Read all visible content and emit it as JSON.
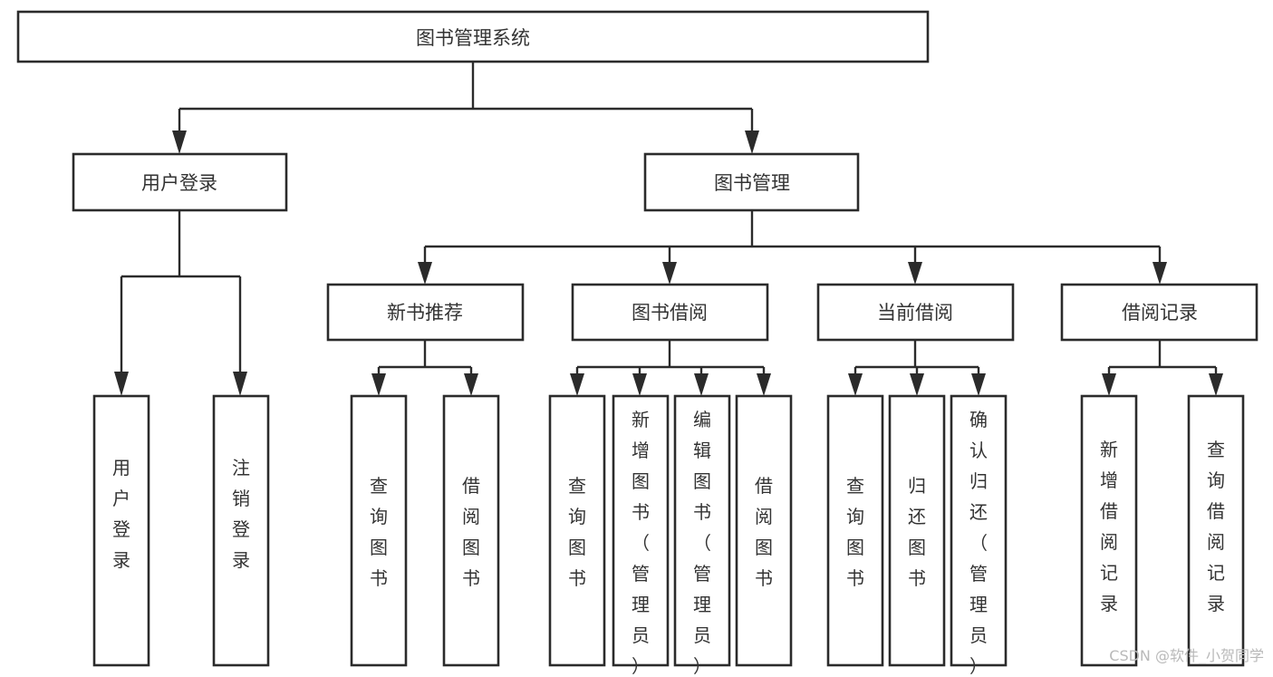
{
  "diagram": {
    "title": "图书管理系统",
    "type": "hierarchy-tree",
    "orientation": "top-down",
    "root": {
      "id": "root",
      "label": "图书管理系统"
    },
    "level1": [
      {
        "id": "user-login",
        "label": "用户登录"
      },
      {
        "id": "book-management",
        "label": "图书管理"
      }
    ],
    "level2": [
      {
        "id": "new-book-recommend",
        "label": "新书推荐",
        "parent": "book-management"
      },
      {
        "id": "book-borrow",
        "label": "图书借阅",
        "parent": "book-management"
      },
      {
        "id": "current-borrow",
        "label": "当前借阅",
        "parent": "book-management"
      },
      {
        "id": "borrow-record",
        "label": "借阅记录",
        "parent": "book-management"
      }
    ],
    "leaves": {
      "user-login": [
        {
          "id": "leaf-user-login",
          "label": "用户登录"
        },
        {
          "id": "leaf-logout-login",
          "label": "注销登录"
        }
      ],
      "new-book-recommend": [
        {
          "id": "leaf-query-book-1",
          "label": "查询图书"
        },
        {
          "id": "leaf-borrow-book-1",
          "label": "借阅图书"
        }
      ],
      "book-borrow": [
        {
          "id": "leaf-query-book-2",
          "label": "查询图书"
        },
        {
          "id": "leaf-add-book",
          "label": "新增图书（管理员）"
        },
        {
          "id": "leaf-edit-book",
          "label": "编辑图书（管理员）"
        },
        {
          "id": "leaf-borrow-book-2",
          "label": "借阅图书"
        }
      ],
      "current-borrow": [
        {
          "id": "leaf-query-book-3",
          "label": "查询图书"
        },
        {
          "id": "leaf-return-book",
          "label": "归还图书"
        },
        {
          "id": "leaf-confirm-return",
          "label": "确认归还（管理员）"
        }
      ],
      "borrow-record": [
        {
          "id": "leaf-add-record",
          "label": "新增借阅记录"
        },
        {
          "id": "leaf-query-record",
          "label": "查询借阅记录"
        }
      ]
    }
  },
  "watermark": {
    "text": "CSDN @软件_小贺同学"
  },
  "colors": {
    "box_stroke": "#2b2b2b",
    "box_fill": "#ffffff",
    "text": "#333333",
    "connector": "#2b2b2b",
    "watermark": "#b9b9b9",
    "background": "#ffffff"
  }
}
